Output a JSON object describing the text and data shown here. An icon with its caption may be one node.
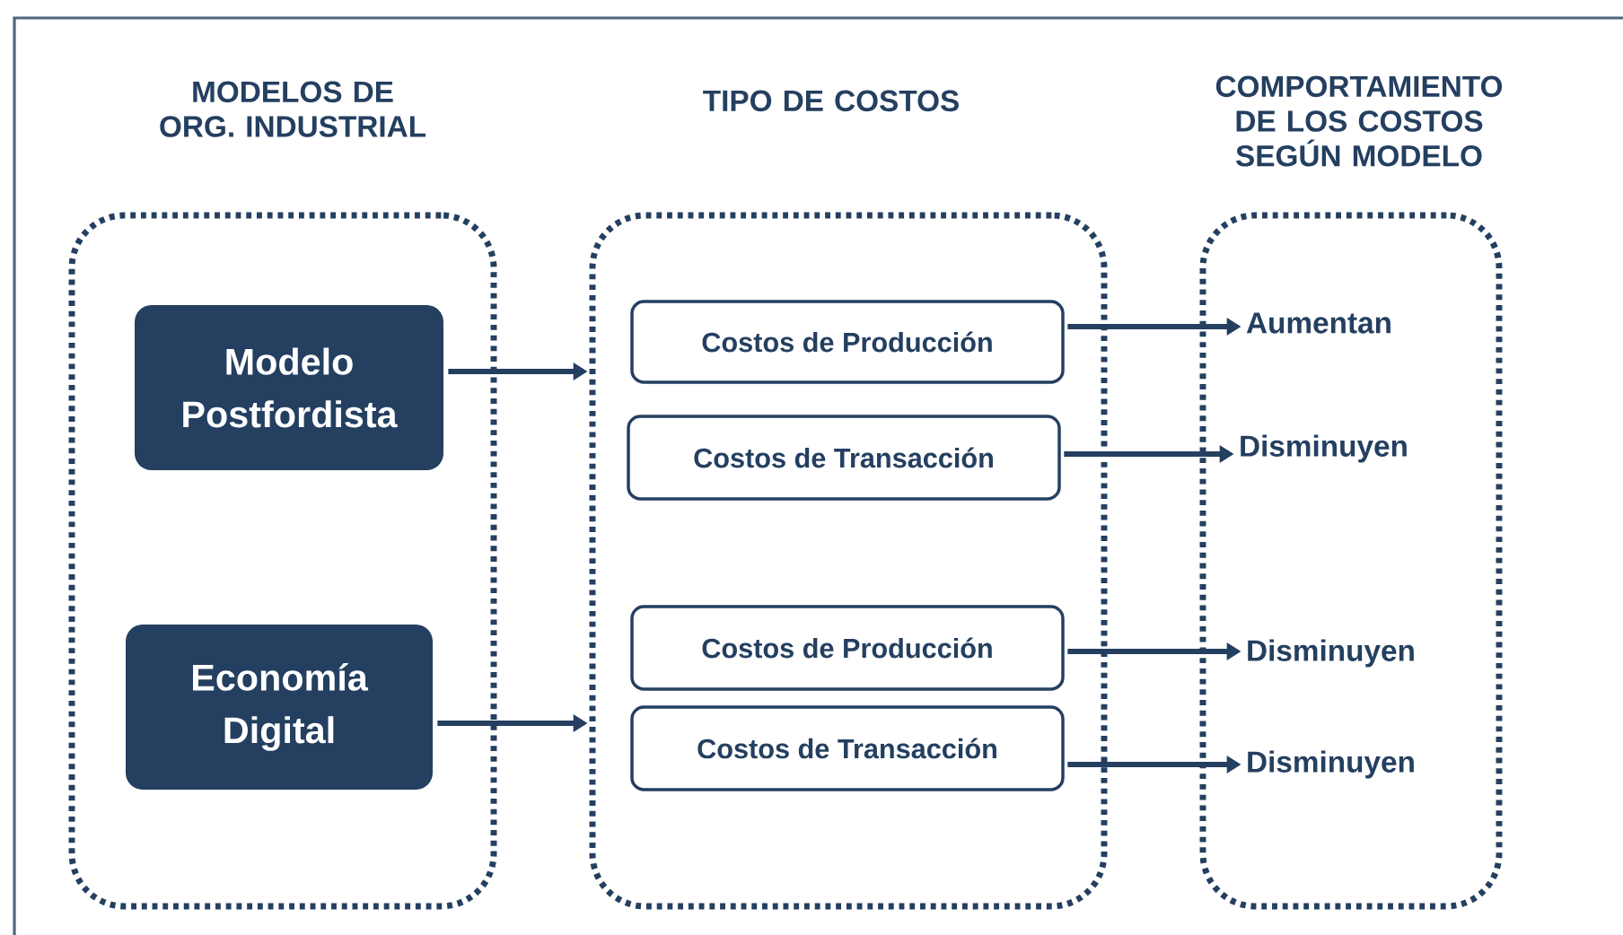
{
  "diagram": {
    "nodes": [
      {
        "text": [
          "MODELOS DE ORG. INDUSTRIAL"
        ]
      },
      {
        "text": [
          "Modelo Postfordista"
        ],
        "in": 0
      },
      {
        "text": [
          "Economía Digital"
        ],
        "in": 0
      },
      {
        "text": [
          "TIPO DE COSTOS"
        ]
      },
      {
        "text": [
          "Costos de Producción"
        ],
        "in": 3
      },
      {
        "text": [
          "Costos de Transacción"
        ],
        "in": 3
      },
      {
        "text": [
          "Costos de Producción"
        ],
        "in": 3
      },
      {
        "text": [
          "Costos de Transacción"
        ],
        "in": 3
      },
      {
        "text": [
          "COMPORTAMIENTO DE LOS COSTOS SEGÚN MODELO"
        ]
      },
      {
        "text": [
          "Aumentan"
        ],
        "in": 8
      },
      {
        "text": [
          "Disminuyen"
        ],
        "in": 8
      },
      {
        "text": [
          "Disminuyen"
        ],
        "in": 8
      },
      {
        "text": [
          "Disminuyen"
        ],
        "in": 8
      }
    ],
    "edges": [
      {
        "from": 1,
        "to": 3,
        "arrow": "to"
      },
      {
        "from": 2,
        "to": 3,
        "arrow": "to"
      },
      {
        "from": 4,
        "to": 9,
        "arrow": "to"
      },
      {
        "from": 5,
        "to": 10,
        "arrow": "to"
      },
      {
        "from": 6,
        "to": 11,
        "arrow": "to"
      },
      {
        "from": 7,
        "to": 12,
        "arrow": "to"
      }
    ]
  }
}
